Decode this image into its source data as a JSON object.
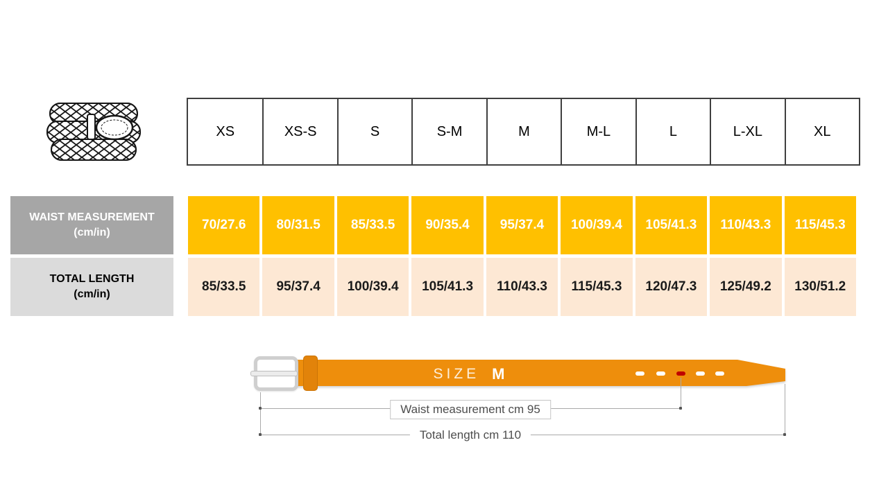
{
  "size_table": {
    "sizes": [
      "XS",
      "XS-S",
      "S",
      "S-M",
      "M",
      "M-L",
      "L",
      "L-XL",
      "XL"
    ],
    "waist": {
      "label": "WAIST MEASUREMENT",
      "unit": "(cm/in)",
      "values": [
        "70/27.6",
        "80/31.5",
        "85/33.5",
        "90/35.4",
        "95/37.4",
        "100/39.4",
        "105/41.3",
        "110/43.3",
        "115/45.3"
      ]
    },
    "length": {
      "label": "TOTAL LENGTH",
      "unit": "(cm/in)",
      "values": [
        "85/33.5",
        "95/37.4",
        "100/39.4",
        "105/41.3",
        "110/43.3",
        "115/45.3",
        "120/47.3",
        "125/49.2",
        "130/51.2"
      ]
    }
  },
  "diagram": {
    "size_word": "SIZE",
    "size_value": "M",
    "waist_caption": "Waist measurement cm 95",
    "length_caption": "Total length cm 110"
  },
  "icons": {
    "product": "braided-belt-illustration"
  },
  "colors": {
    "table_orange": "#FFC000",
    "table_peach": "#FDE8D4",
    "label_gray": "#A6A6A6",
    "label_light_gray": "#DBDBDB",
    "belt_orange": "#EE8E0C",
    "hole_red": "#C00000"
  }
}
